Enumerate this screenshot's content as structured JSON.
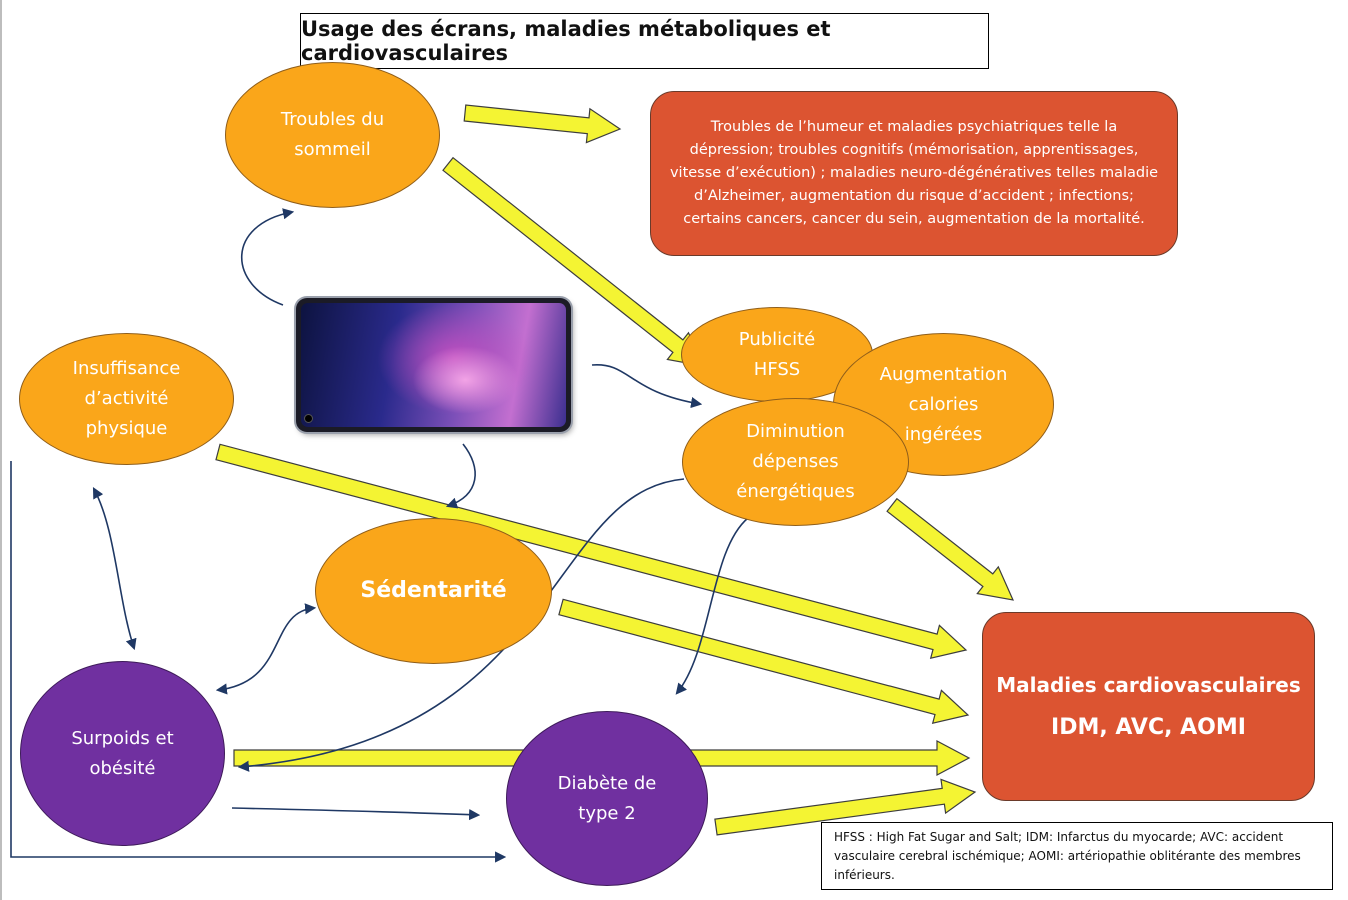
{
  "title": "Usage des écrans, maladies métaboliques et cardiovasculaires",
  "nodes": {
    "troubles_sommeil": "Troubles du sommeil",
    "insuffisance_activite": "Insuffisance d’activité physique",
    "sedentarite": "Sédentarité",
    "surpoids": "Surpoids et obésité",
    "diabete": "Diabète de type 2",
    "publicite": "Publicité HFSS",
    "augmentation_calories": "Augmentation calories ingérées",
    "diminution_depenses": "Diminution dépenses énergétiques"
  },
  "effects_box": "Troubles de l’humeur et maladies psychiatriques telle la dépression; troubles cognitifs (mémorisation, apprentissages,  vitesse d’exécution) ; maladies neuro-dégénératives telles maladie d’Alzheimer, augmentation du risque d’accident ; infections; certains cancers, cancer du sein, augmentation de la mortalité.",
  "maladies_cv": {
    "title": "Maladies cardiovasculaires",
    "subtitle": "IDM, AVC, AOMI"
  },
  "legend": "HFSS : High Fat Sugar and Salt; IDM: Infarctus du myocarde; AVC: accident vasculaire cerebral ischémique; AOMI: artériopathie oblitérante des membres inférieurs.",
  "colors": {
    "orange_node": "#faa61a",
    "purple_node": "#7030a0",
    "red_box": "#dc5431",
    "yellow_arrow": "#f4f433",
    "navy_arrow": "#1f3864"
  },
  "icons": {
    "device": "smartphone-icon"
  }
}
